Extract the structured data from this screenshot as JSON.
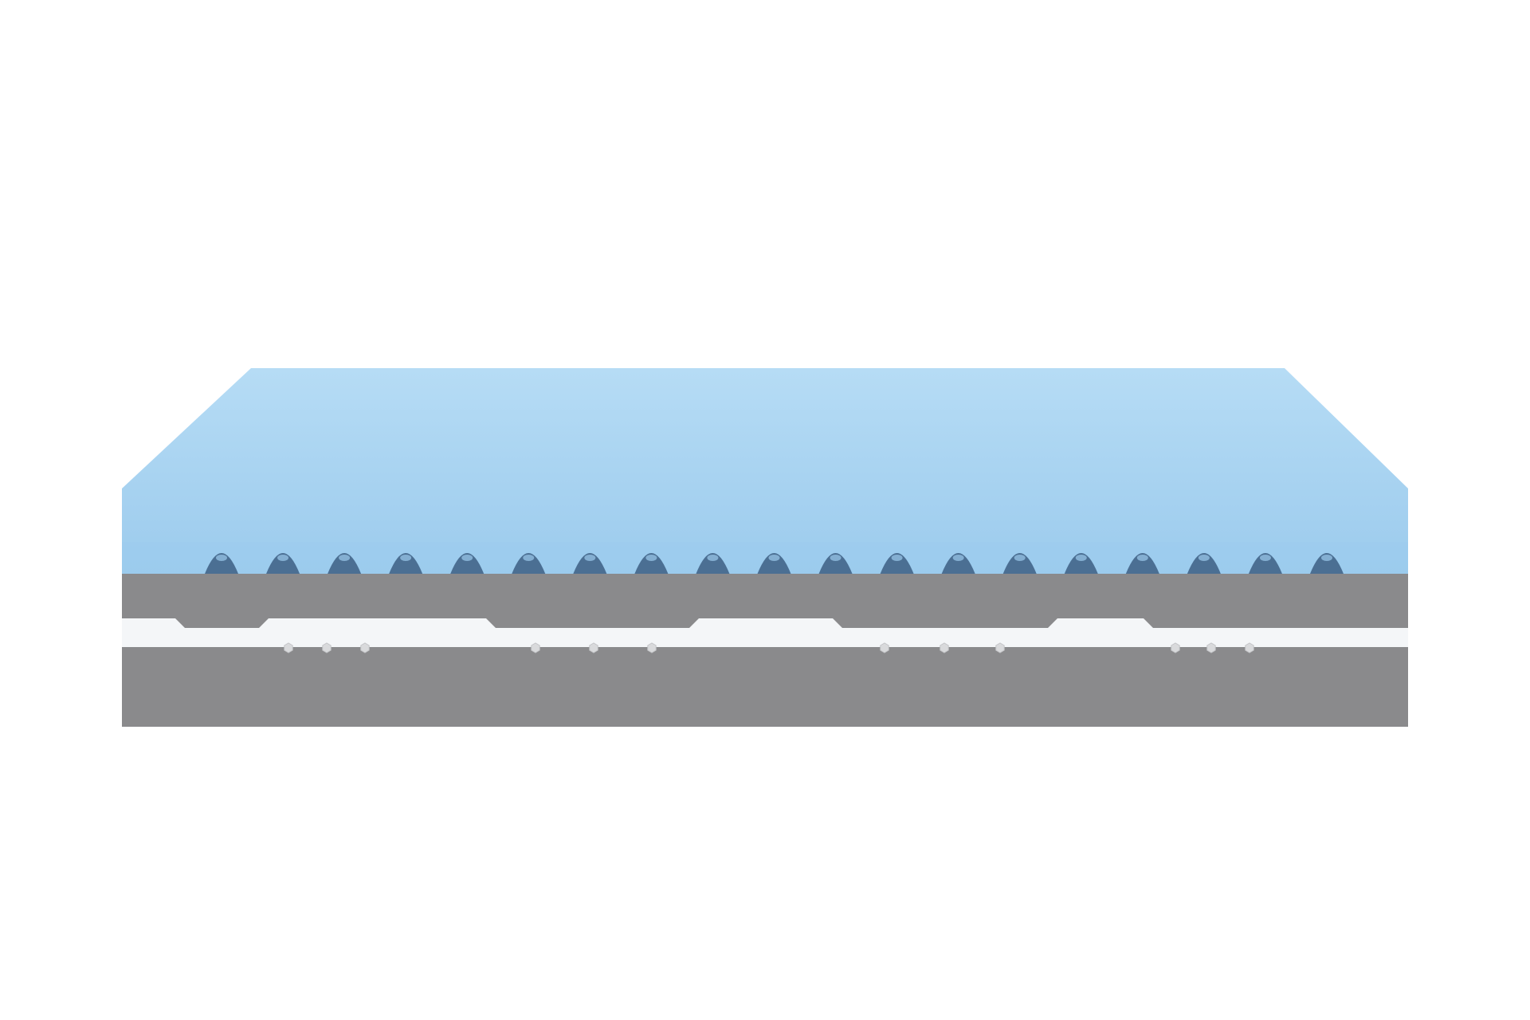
{
  "scene": {
    "subject": "mattress-cross-section",
    "background_color": "#ffffff",
    "layers": [
      {
        "name": "top-layer",
        "material": "gel-foam",
        "color": "#b6dcf5",
        "shade_color": "#9ccbed"
      },
      {
        "name": "top-layer-wave-edge",
        "color": "#4b6f93"
      },
      {
        "name": "upper-base-layer",
        "material": "gray-foam",
        "color": "#8a8a8c"
      },
      {
        "name": "core-layer",
        "material": "white-foam",
        "color": "#f4f6f8"
      },
      {
        "name": "lower-base-layer",
        "material": "gray-foam",
        "color": "#8a8a8c"
      }
    ],
    "wave_count": 19,
    "hole_groups": 4,
    "holes_per_group": 3
  }
}
